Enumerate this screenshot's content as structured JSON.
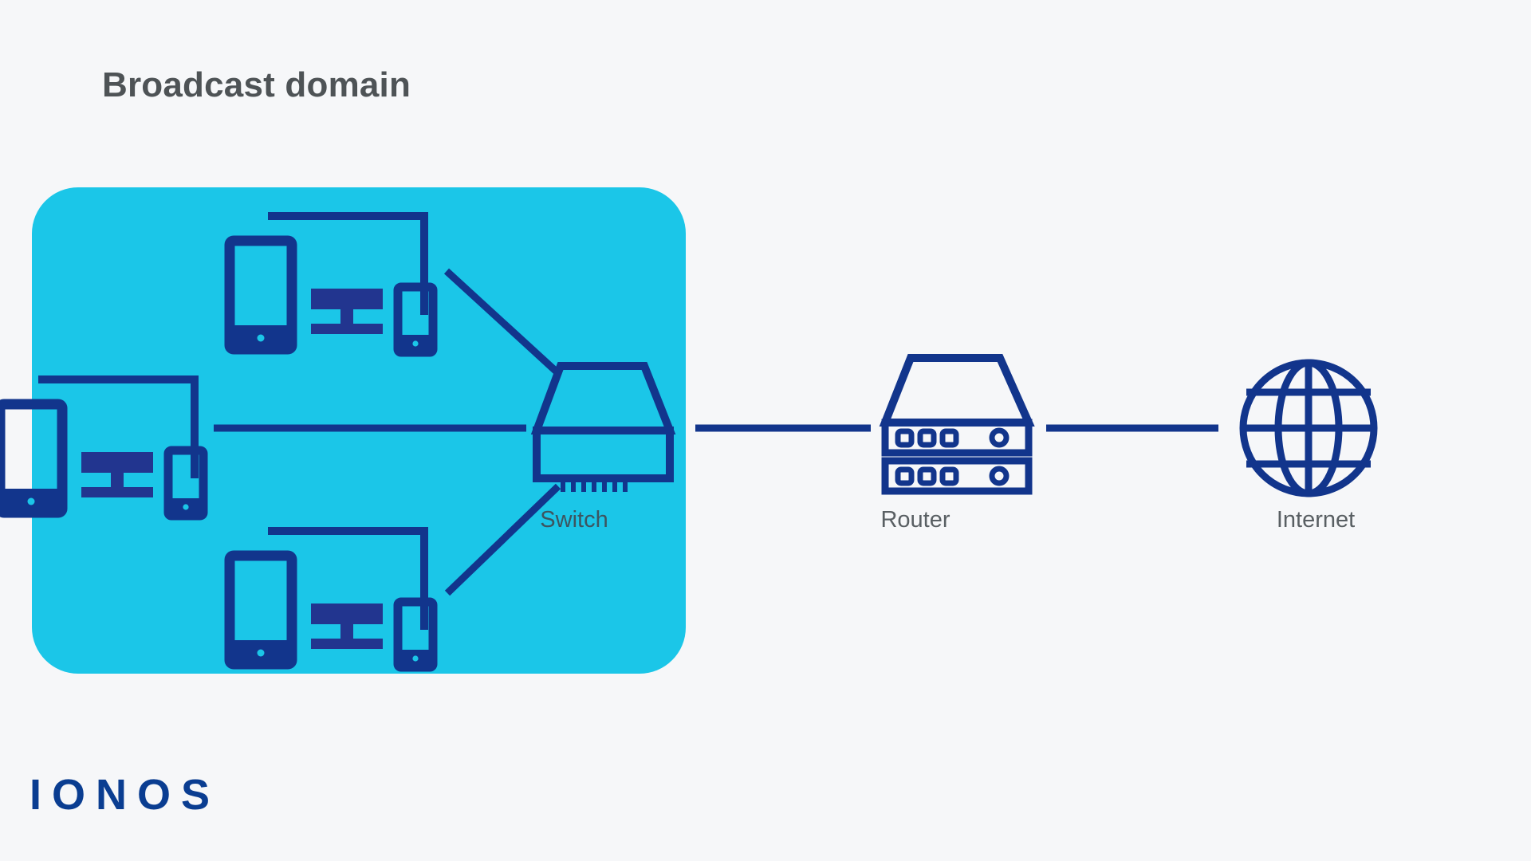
{
  "page": {
    "title": "Broadcast domain",
    "background_color": "#F6F7F9"
  },
  "broadcast_domain": {
    "label": "Broadcast domain",
    "fill_color": "#1BC6E8",
    "contains": [
      "device-group-top",
      "device-group-left",
      "device-group-bottom",
      "switch"
    ]
  },
  "colors": {
    "line": "#12358C",
    "panel": "#1BC6E8",
    "background": "#F6F7F9",
    "title_text": "#4E5356",
    "label_text": "#595F63",
    "label_text_on_panel": "#3D5560",
    "logo": "#0A3D91"
  },
  "nodes": [
    {
      "id": "device-group-top",
      "type": "device-group",
      "label": "",
      "inside_domain": true
    },
    {
      "id": "device-group-left",
      "type": "device-group",
      "label": "",
      "inside_domain": true
    },
    {
      "id": "device-group-bottom",
      "type": "device-group",
      "label": "",
      "inside_domain": true
    },
    {
      "id": "switch",
      "type": "switch",
      "label": "Switch",
      "inside_domain": true
    },
    {
      "id": "router",
      "type": "router",
      "label": "Router",
      "inside_domain": false
    },
    {
      "id": "internet",
      "type": "globe",
      "label": "Internet",
      "inside_domain": false
    }
  ],
  "labels": {
    "switch": "Switch",
    "router": "Router",
    "internet": "Internet"
  },
  "device_group": {
    "devices": [
      "tablet",
      "desktop-monitor",
      "smartphone"
    ],
    "bracket": "top connector bracket linking tablet and smartphone"
  },
  "connections": [
    {
      "from": "device-group-top",
      "to": "switch",
      "style": "diagonal"
    },
    {
      "from": "device-group-left",
      "to": "switch",
      "style": "horizontal"
    },
    {
      "from": "device-group-bottom",
      "to": "switch",
      "style": "diagonal"
    },
    {
      "from": "switch",
      "to": "router",
      "style": "horizontal"
    },
    {
      "from": "router",
      "to": "internet",
      "style": "horizontal"
    }
  ],
  "branding": {
    "logo_text": "IONOS"
  }
}
